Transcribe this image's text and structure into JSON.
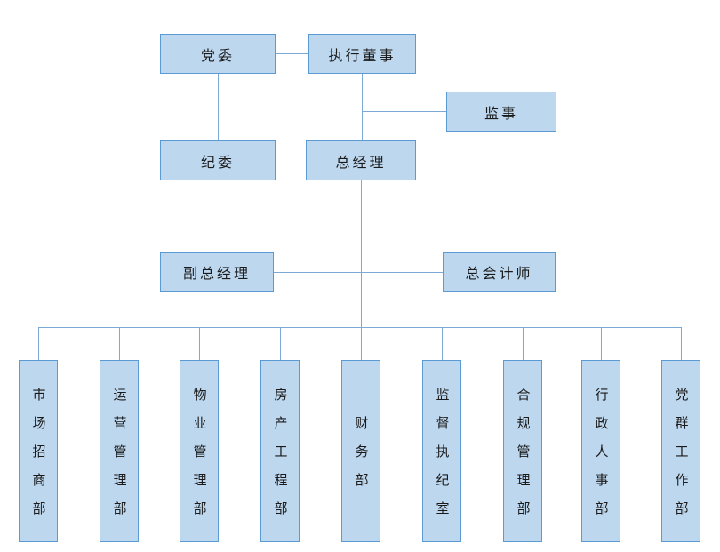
{
  "org_chart": {
    "nodes": {
      "party_committee": "党委",
      "executive_director": "执行董事",
      "supervisor": "监事",
      "discipline_committee": "纪委",
      "general_manager": "总经理",
      "deputy_general_manager": "副总经理",
      "chief_accountant": "总会计师"
    },
    "departments": [
      "市场招商部",
      "运营管理部",
      "物业管理部",
      "房产工程部",
      "财务部",
      "监督执纪室",
      "合规管理部",
      "行政人事部",
      "党群工作部"
    ],
    "colors": {
      "box_fill": "#BDD7EE",
      "box_border": "#5B9BD5",
      "connector": "#7CA9D6",
      "text": "#1a1a1a"
    }
  }
}
